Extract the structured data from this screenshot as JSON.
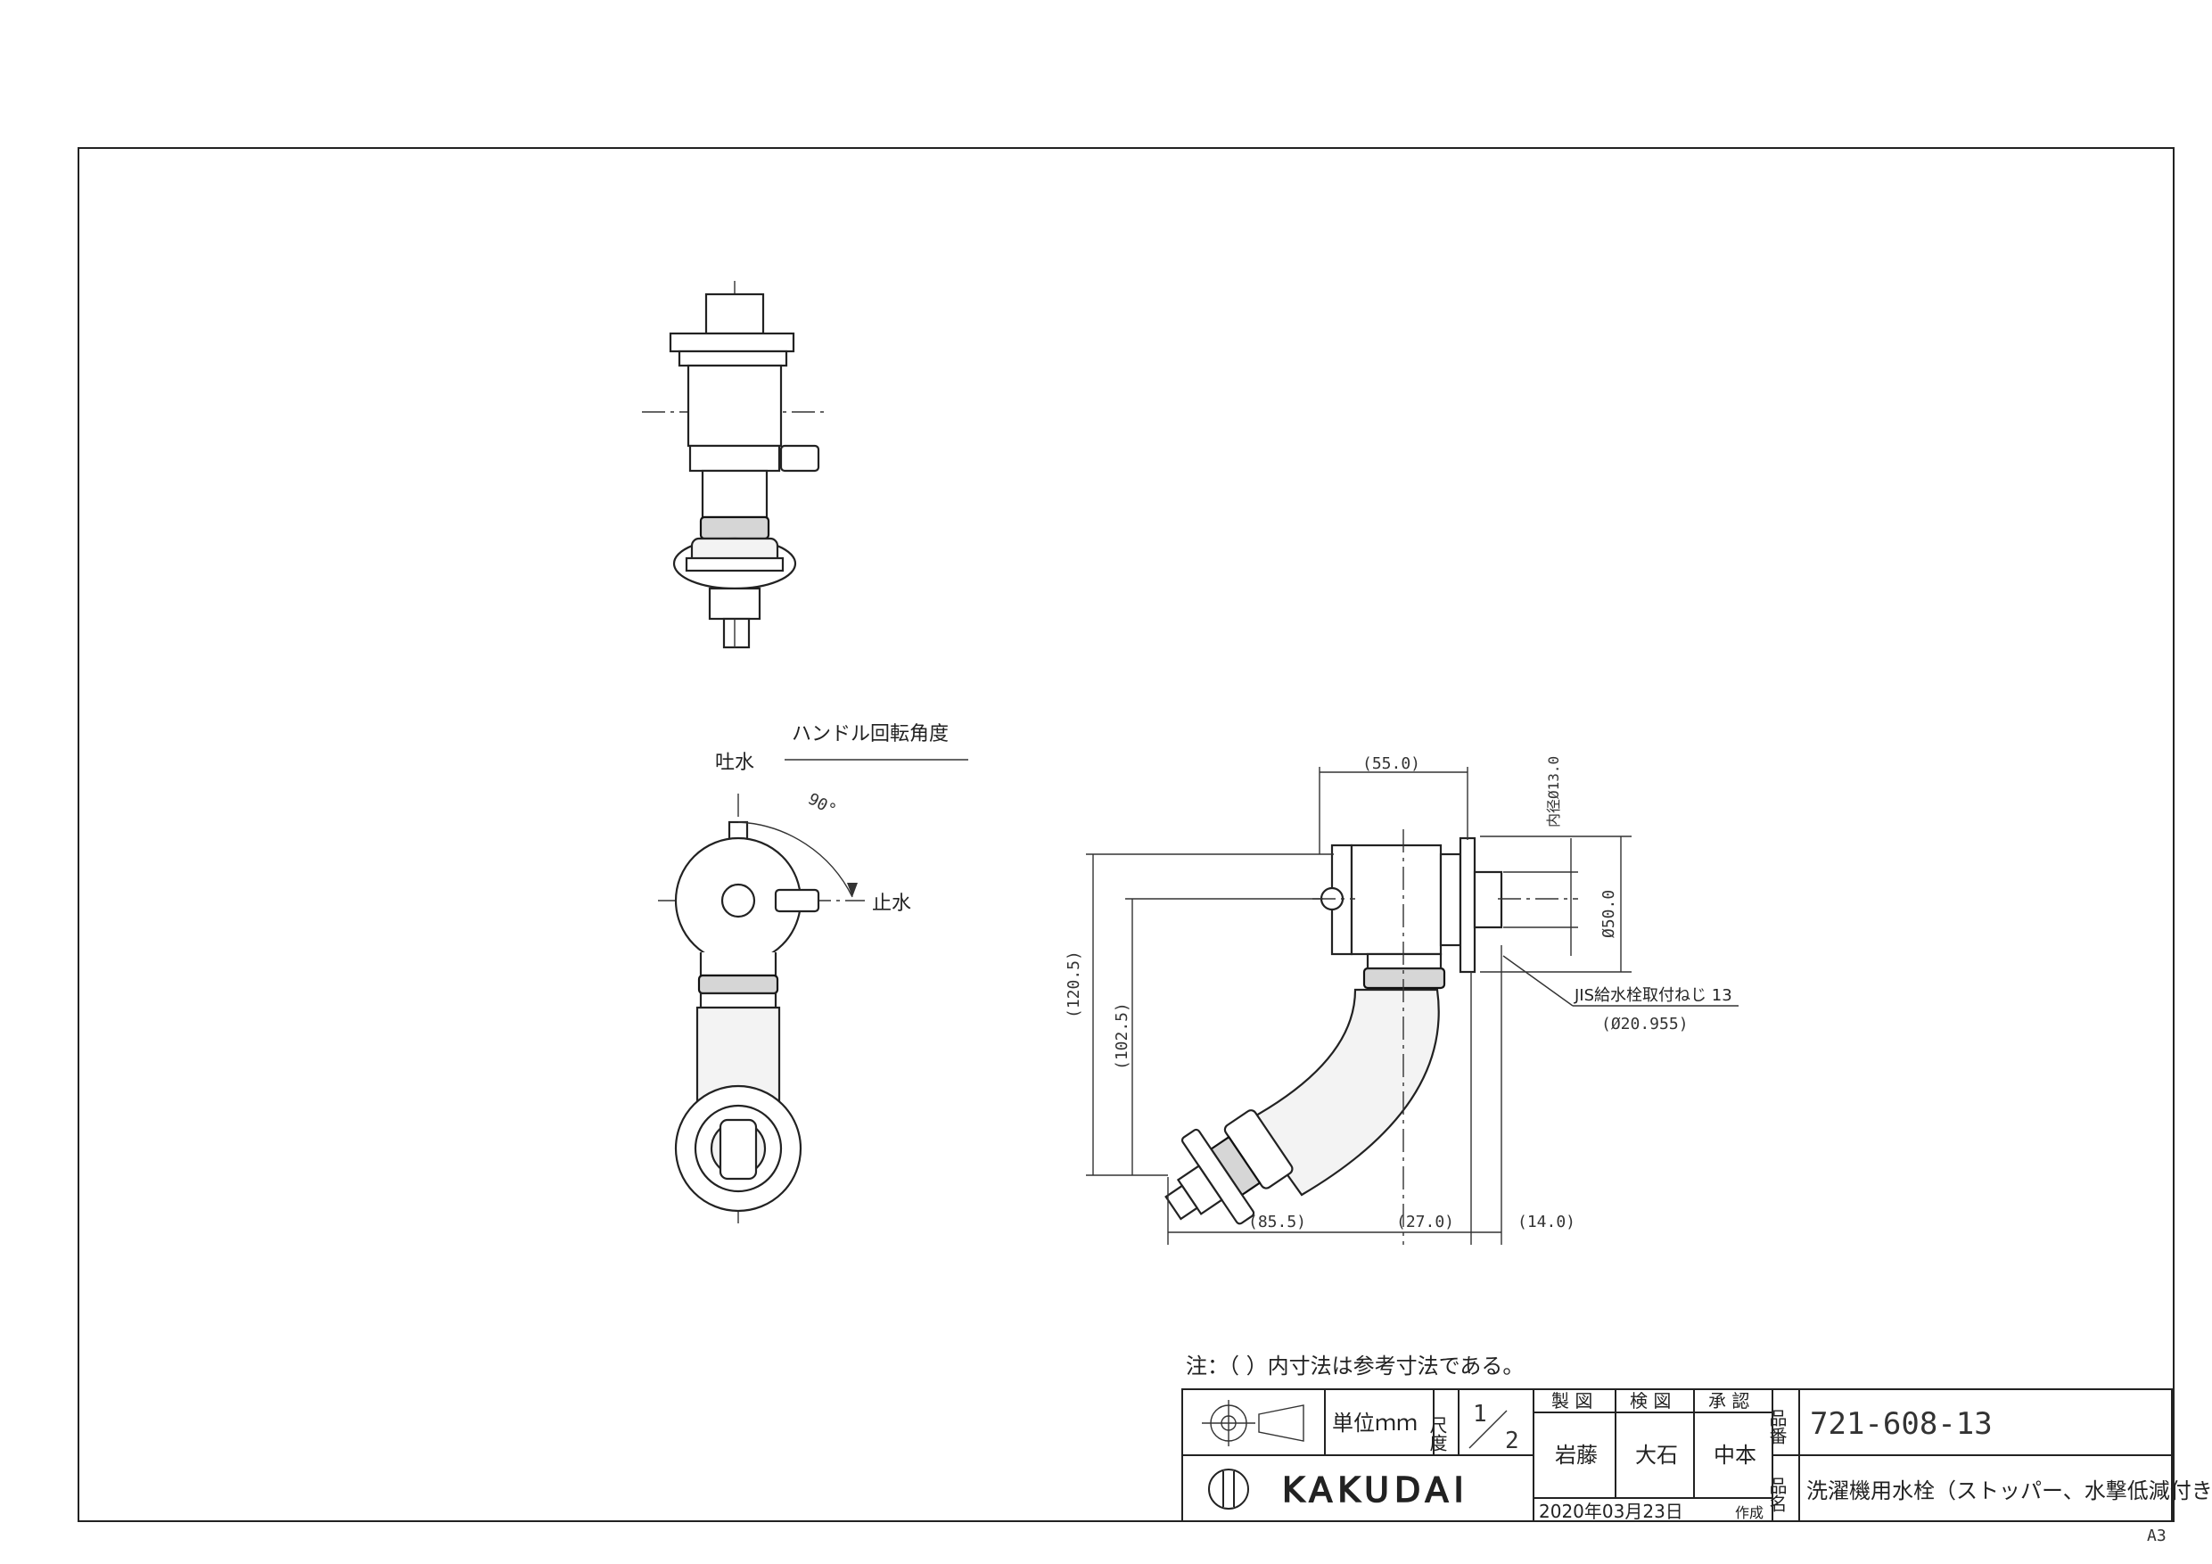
{
  "sheet_size": "A3",
  "views": {
    "front": {
      "label_rotation": "ハンドル回転角度",
      "label_outlet": "吐水",
      "label_stop": "止水",
      "angle": "90°"
    },
    "side": {
      "dim_55": "(55.0)",
      "dim_inner": "内径Ø13.0",
      "dim_dia50": "Ø50.0",
      "dim_h1": "(120.5)",
      "dim_h2": "(102.5)",
      "dim_855": "(85.5)",
      "dim_27": "(27.0)",
      "dim_14": "(14.0)",
      "thread_note": "JIS給水栓取付ねじ 13",
      "thread_dia": "(Ø20.955)"
    }
  },
  "note": "注：（ ）内寸法は参考寸法である。",
  "title_block": {
    "unit_label": "単位ｍｍ",
    "scale_label": "尺度",
    "scale_num": "1",
    "scale_den": "2",
    "col_drawn": "製 図",
    "col_checked": "検 図",
    "col_approved": "承 認",
    "name_drawn": "岩藤",
    "name_checked": "大石",
    "name_approved": "中本",
    "date": "2020年03月23日",
    "created": "作成",
    "part_no_label": "品番",
    "part_no": "721-608-13",
    "part_name_label": "品名",
    "part_name": "洗濯機用水栓（ストッパー、水撃低減付き）",
    "brand": "KAKUDAI"
  }
}
